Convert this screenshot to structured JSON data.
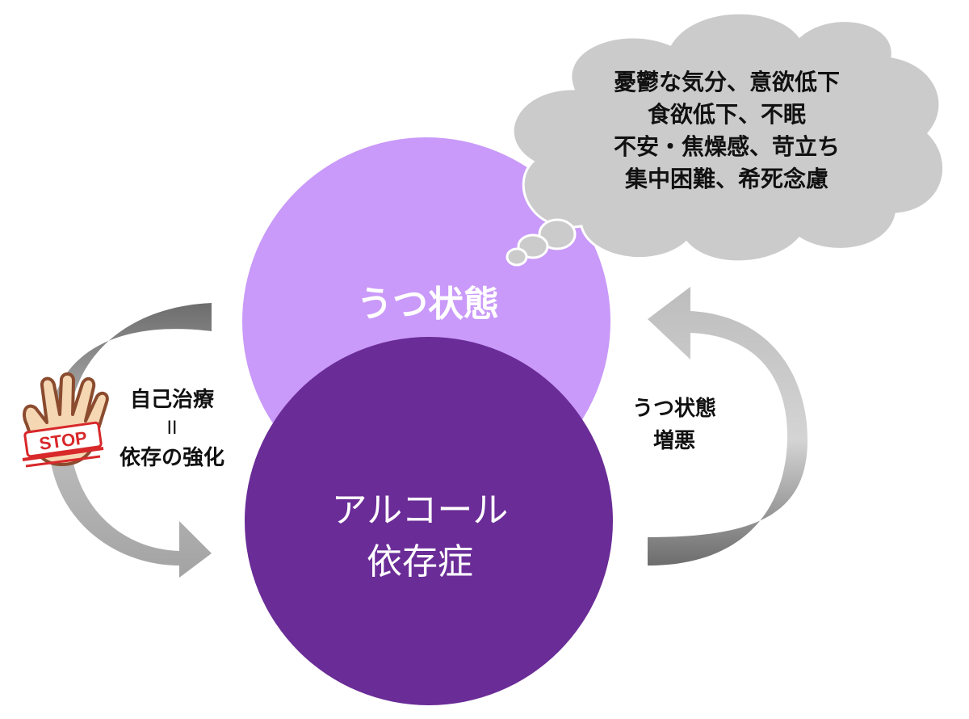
{
  "circles": {
    "top": {
      "label": "うつ状態",
      "color": "#c99af9"
    },
    "bottom": {
      "lines": [
        "アルコール",
        "依存症"
      ],
      "color": "#6a2c97"
    }
  },
  "cloud": {
    "lines": [
      "憂鬱な気分、意欲低下",
      "食欲低下、不眠",
      "不安・焦燥感、苛立ち",
      "集中困難、希死念慮"
    ],
    "color": "#cbcbcb"
  },
  "left_cycle": {
    "lines": [
      "自己治療",
      "II",
      "依存の強化"
    ],
    "arrow_color": "#9e9e9e",
    "stop_sign": {
      "text": "STOP",
      "color": "#d8282a"
    }
  },
  "right_cycle": {
    "lines": [
      "うつ状態",
      "増悪"
    ],
    "arrow_color": "#9e9e9e"
  }
}
